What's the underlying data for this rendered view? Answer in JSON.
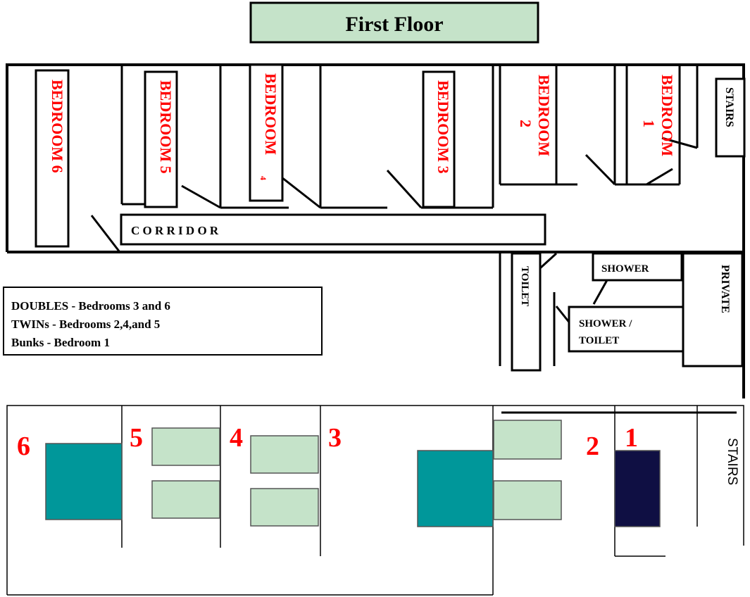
{
  "title": "First Floor",
  "colors": {
    "title_fill": "#c5e3c9",
    "room_label": "#ff0000",
    "bed_light": "#c5e3c9",
    "bed_teal": "#00979a",
    "bed_navy": "#0f0f43",
    "line": "#000000"
  },
  "rooms": {
    "bedroom6": "BEDROOM 6",
    "bedroom5": "BEDROOM 5",
    "bedroom4": "BEDROOM",
    "bedroom4_sub": "4",
    "bedroom3": "BEDROOM 3",
    "bedroom2": "BEDROOM",
    "bedroom2_num": "2",
    "bedroom1": "BEDROOM",
    "bedroom1_num": "1",
    "stairs": "STAIRS",
    "corridor": "C O R R I D O R",
    "toilet": "TOILET",
    "shower": "SHOWER",
    "shower_toilet_1": "SHOWER /",
    "shower_toilet_2": "TOILET",
    "private": "PRIVATE"
  },
  "legend": {
    "line1": "DOUBLES - Bedrooms 3 and 6",
    "line2": "TWINs - Bedrooms 2,4,and 5",
    "line3": "Bunks - Bedroom 1"
  },
  "lower_plan": {
    "num6": "6",
    "num5": "5",
    "num4": "4",
    "num3": "3",
    "num2": "2",
    "num1": "1",
    "stairs": "STAIRS"
  }
}
